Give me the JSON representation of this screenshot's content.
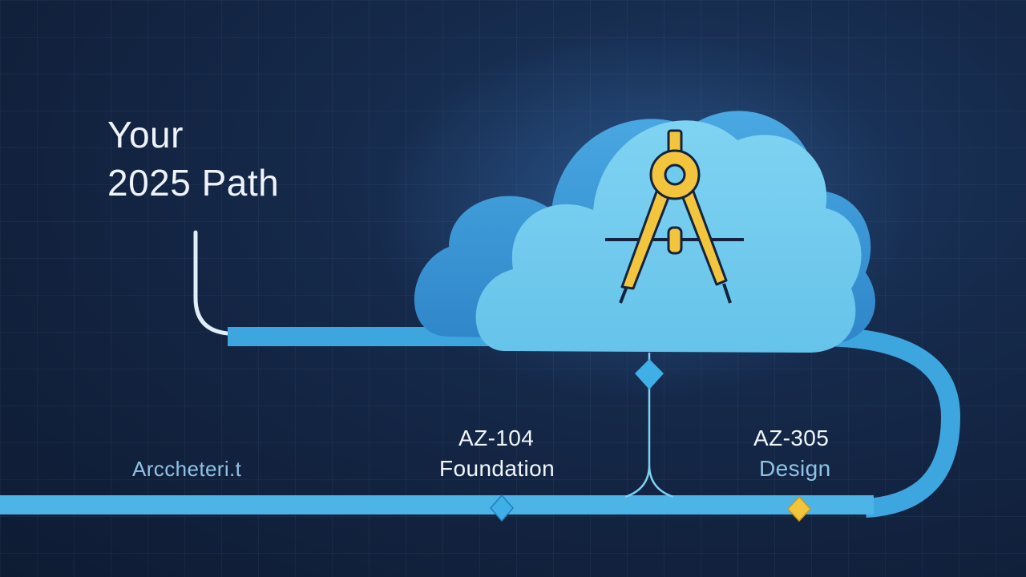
{
  "headline": {
    "line1": "Your",
    "line2": "2025 Path"
  },
  "milestones": {
    "start": {
      "label": "Arccheteri.t"
    },
    "az104": {
      "code": "AZ-104",
      "title": "Foundation"
    },
    "az305": {
      "code": "AZ-305",
      "title": "Design"
    }
  },
  "colors": {
    "background": "#13233f",
    "path": "#3ea6df",
    "cloud": "#6ecbee",
    "cloud_shadow": "#3b98d6",
    "compass": "#f2c53d",
    "marker_blue": "#3fb0e6",
    "marker_yellow": "#f2c53d",
    "headline_text": "#eef3fa",
    "muted_text": "#8ec3e6"
  },
  "icons": {
    "cloud": "cloud-icon",
    "compass": "drafting-compass-icon",
    "marker": "diamond-marker-icon"
  }
}
